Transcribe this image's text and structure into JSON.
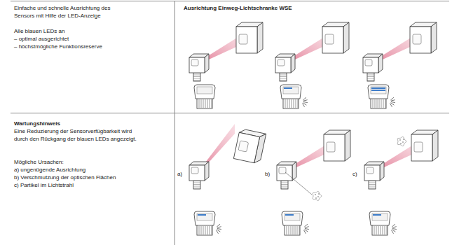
{
  "diagram": {
    "labels": [
      "Einfache und schnelle Ausrichtung des Sensors mit Hilfe der LED-Anzeige",
      "Alle blauen LEDs an",
      "– optimal ausgerichtet",
      "– höchstmögliche Funktionsreserve",
      "Ausrichtung Einweg-Lichtschranke WSE",
      "Wartungshinweis",
      "Eine Reduzierung der Sensorverfügbarkeit wird durch den Rückgang der blauen LEDs angezeigt.",
      "Mögliche Ursachen:",
      "a) ungenügende Ausrichtung",
      "b) Verschmutzung der optischen Flächen",
      "c) Partikel im Lichtstrahl",
      "a)",
      "b)",
      "c)"
    ]
  }
}
